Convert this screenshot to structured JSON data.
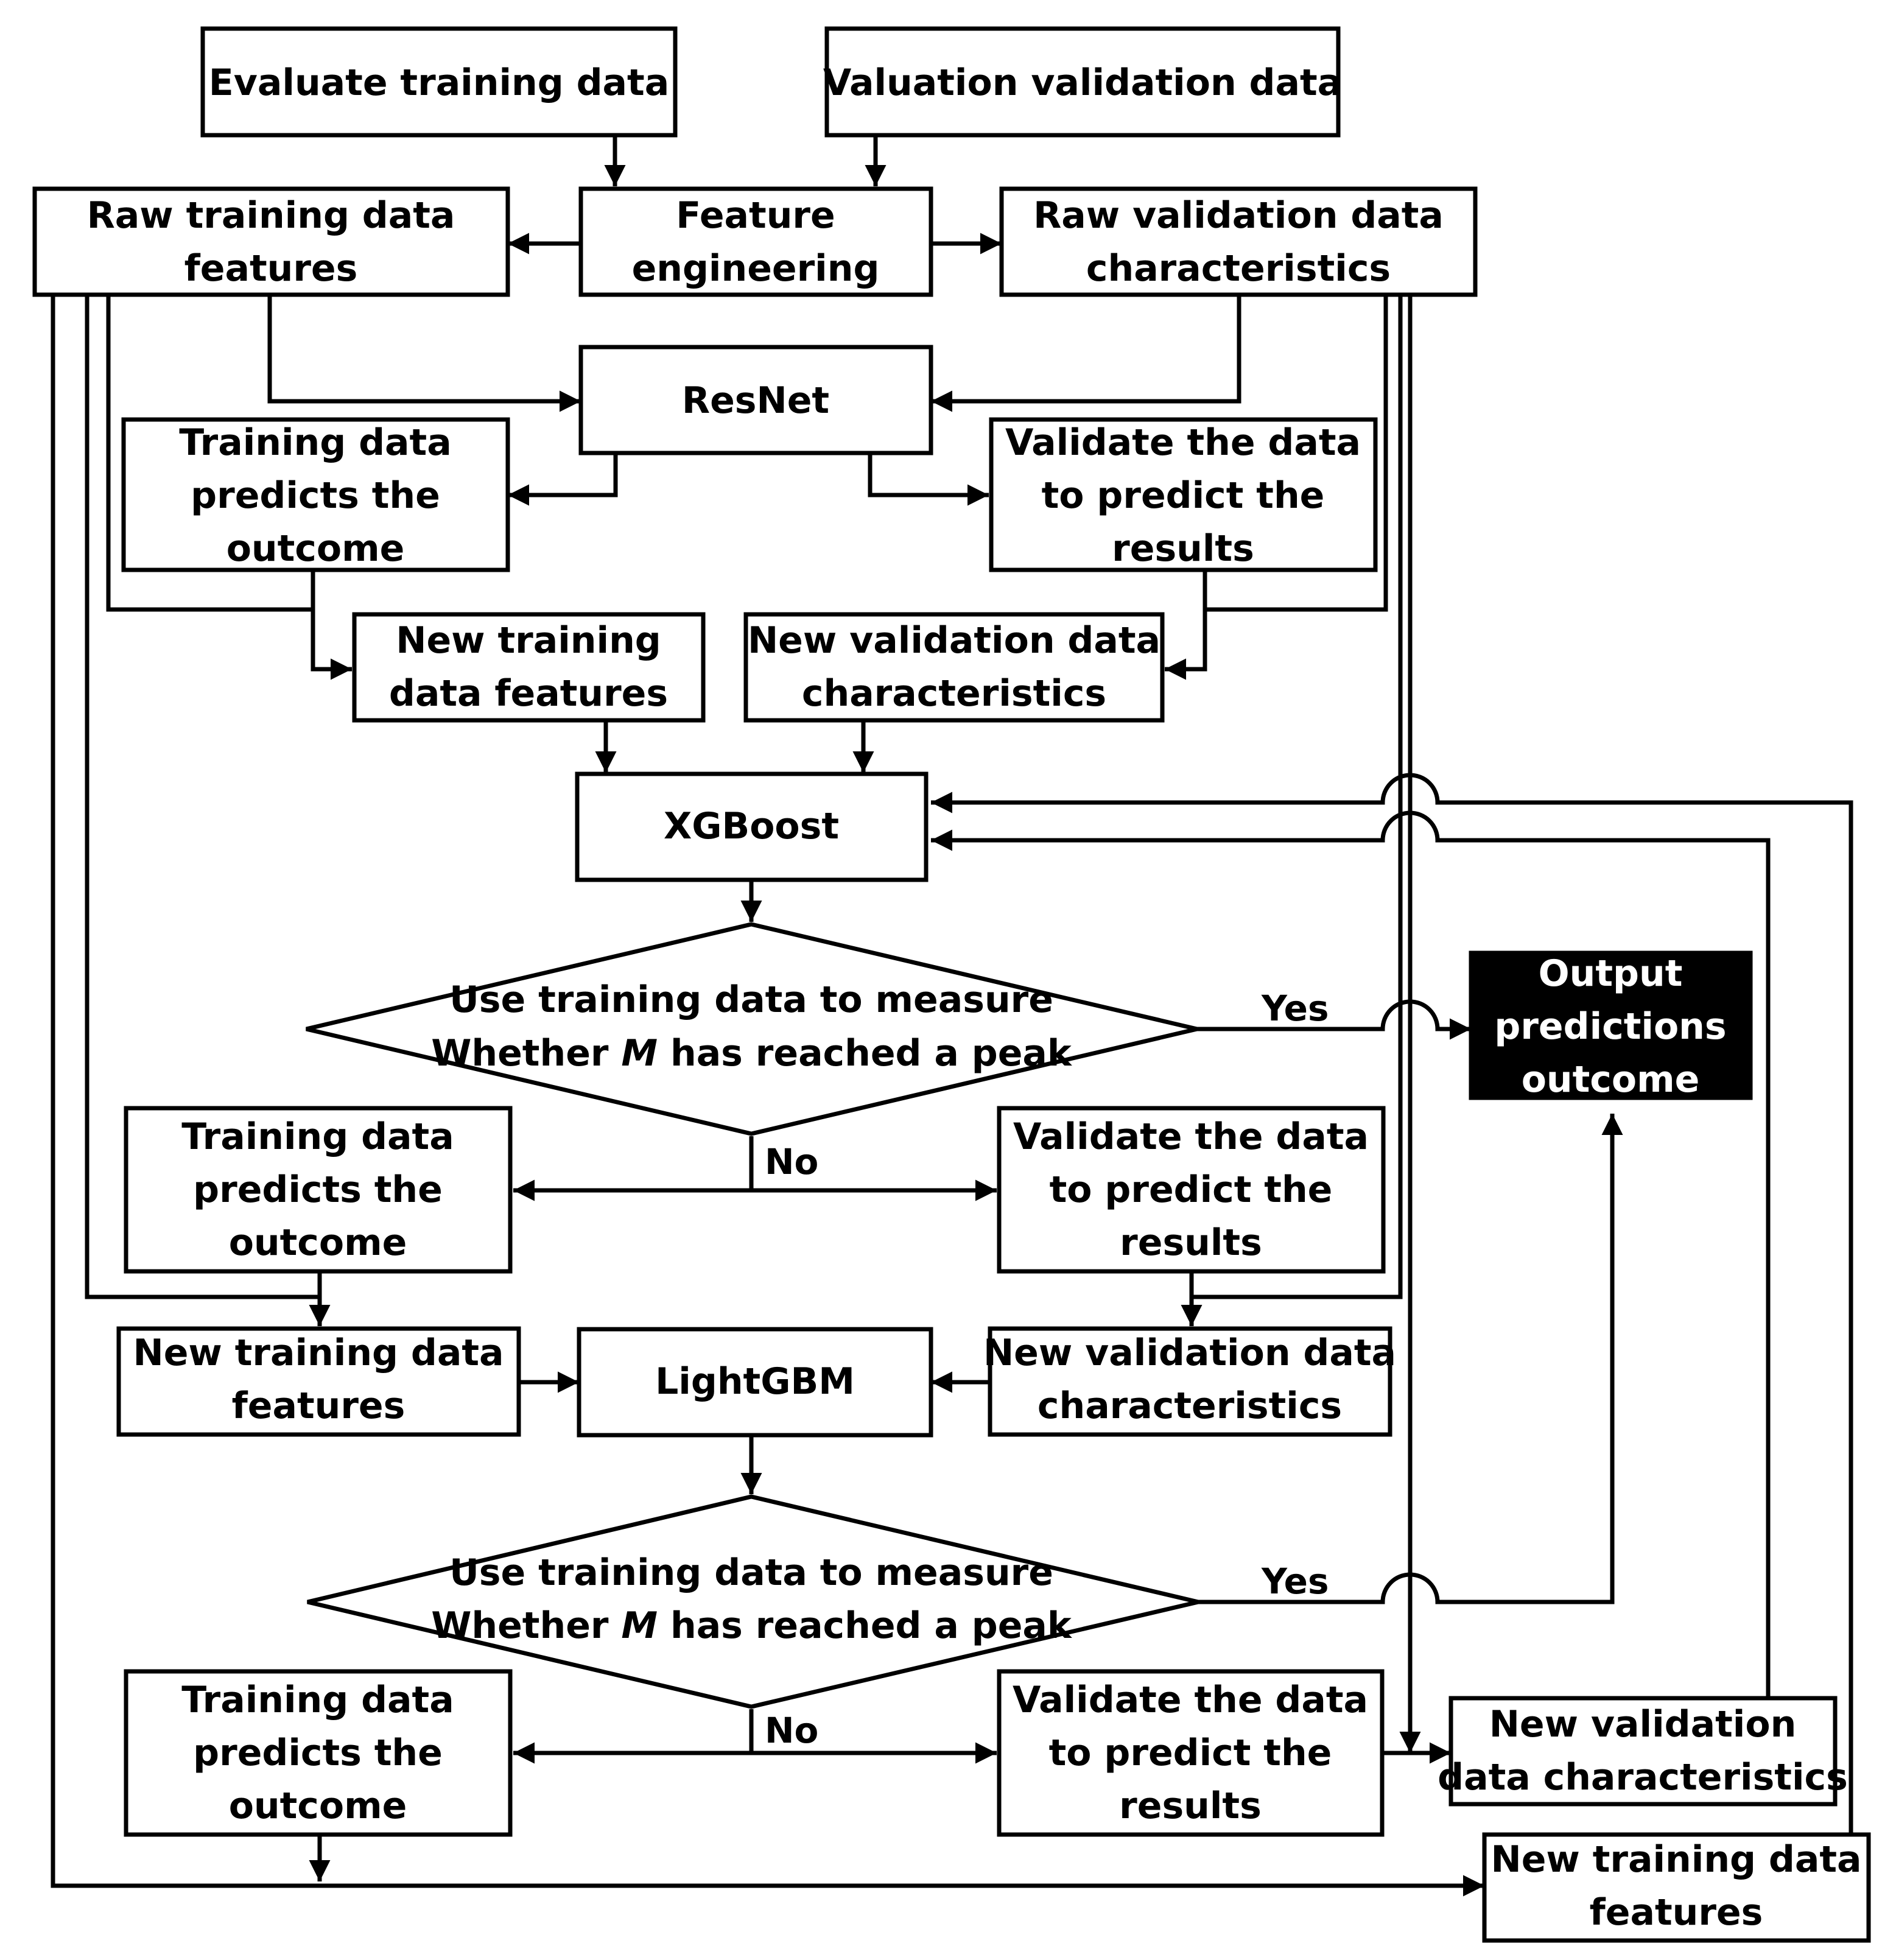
{
  "nodes": {
    "evaluate_training": {
      "lines": [
        "Evaluate training data"
      ]
    },
    "valuation_validation": {
      "lines": [
        "Valuation validation data"
      ]
    },
    "raw_training": {
      "lines": [
        "Raw training data",
        "features"
      ]
    },
    "feature_engineering": {
      "lines": [
        "Feature",
        "engineering"
      ]
    },
    "raw_validation": {
      "lines": [
        "Raw validation data",
        "characteristics"
      ]
    },
    "resnet": {
      "lines": [
        "ResNet"
      ]
    },
    "train_pred_1": {
      "lines": [
        "Training data",
        "predicts the",
        "outcome"
      ]
    },
    "val_pred_1": {
      "lines": [
        "Validate the data",
        "to predict the",
        "results"
      ]
    },
    "new_train_1": {
      "lines": [
        "New training",
        "data features"
      ]
    },
    "new_val_1": {
      "lines": [
        "New validation data",
        "characteristics"
      ]
    },
    "xgboost": {
      "lines": [
        "XGBoost"
      ]
    },
    "decision_1": {
      "line1": "Use training data to measure",
      "line2_pre": "Whether ",
      "line2_var": "M",
      "line2_post": " has reached a peak"
    },
    "output": {
      "lines": [
        "Output",
        "predictions",
        "outcome"
      ]
    },
    "train_pred_2": {
      "lines": [
        "Training data",
        "predicts the",
        "outcome"
      ]
    },
    "val_pred_2": {
      "lines": [
        "Validate the data",
        "to predict the",
        "results"
      ]
    },
    "new_train_2": {
      "lines": [
        "New training data",
        "features"
      ]
    },
    "lightgbm": {
      "lines": [
        "LightGBM"
      ]
    },
    "new_val_2": {
      "lines": [
        "New validation data",
        "characteristics"
      ]
    },
    "decision_2": {
      "line1": "Use training data to measure",
      "line2_pre": "Whether ",
      "line2_var": "M",
      "line2_post": " has reached a peak"
    },
    "train_pred_3": {
      "lines": [
        "Training data",
        "predicts the",
        "outcome"
      ]
    },
    "val_pred_3": {
      "lines": [
        "Validate the data",
        "to predict the",
        "results"
      ]
    },
    "new_val_3": {
      "lines": [
        "New validation",
        "data characteristics"
      ]
    },
    "new_train_3": {
      "lines": [
        "New training data",
        "features"
      ]
    }
  },
  "edge_labels": {
    "yes_1": "Yes",
    "no_1": "No",
    "yes_2": "Yes",
    "no_2": "No"
  },
  "colors": {
    "stroke": "#000000",
    "background": "#ffffff",
    "output_fill": "#000000",
    "output_text": "#ffffff"
  }
}
